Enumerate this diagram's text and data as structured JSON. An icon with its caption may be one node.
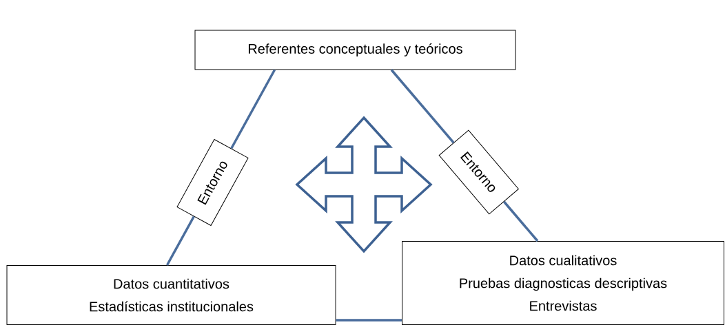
{
  "diagram": {
    "nodes": [
      {
        "text": [
          "Referentes conceptuales y teóricos"
        ]
      },
      {
        "text": [
          "Entorno"
        ]
      },
      {
        "text": [
          "Entorno"
        ]
      },
      {
        "text": [
          "Datos cuantitativos",
          "Estadísticas institucionales"
        ]
      },
      {
        "text": [
          "Datos cualitativos",
          "Pruebas diagnosticas descriptivas",
          "Entrevistas"
        ]
      }
    ],
    "edges": [
      {
        "from": 0,
        "to": 1,
        "arrow": "none"
      },
      {
        "from": 1,
        "to": 3,
        "arrow": "none"
      },
      {
        "from": 0,
        "to": 2,
        "arrow": "none"
      },
      {
        "from": 2,
        "to": 4,
        "arrow": "none"
      },
      {
        "from": 3,
        "to": 4,
        "arrow": "none"
      }
    ]
  }
}
